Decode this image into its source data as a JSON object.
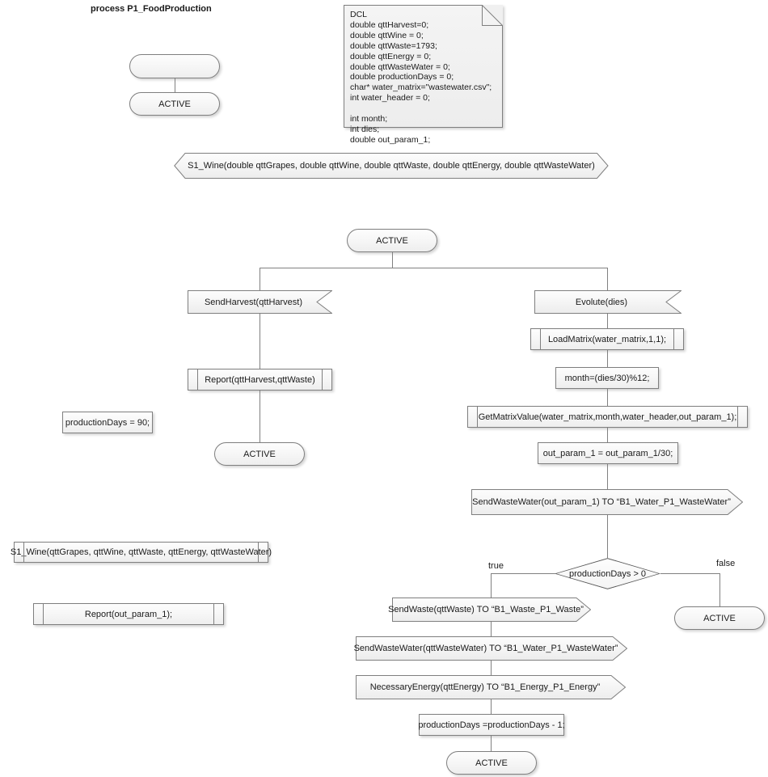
{
  "diagram": {
    "title": "process P1_FoodProduction",
    "type": "sdl-process-diagram"
  },
  "colors": {
    "stroke": "#7f7f7f",
    "line": "#808080",
    "fill_top": "#fdfdfd",
    "fill_bottom": "#eeeeee",
    "note_fill": "#f0f0f0",
    "text": "#1a1a1a"
  },
  "dcl": {
    "label": "DCL",
    "text": "DCL\ndouble qttHarvest=0;\ndouble qttWine = 0;\ndouble qttWaste=1793;\ndouble qttEnergy = 0;\ndouble qttWasteWater = 0;\ndouble productionDays = 0;\nchar* water_matrix=\"wastewater.csv\";\nint water_header = 0;\n\nint month;\nint dies;\ndouble out_param_1;"
  },
  "nodes": {
    "start_symbol": "",
    "state_active_start": "ACTIVE",
    "procedure_signature": "S1_Wine(double qttGrapes, double qttWine, double qttWaste, double qttEnergy, double qttWasteWater)",
    "state_active_main": "ACTIVE",
    "input_send_harvest": "SendHarvest(qttHarvest)",
    "input_evolute": "Evolute(dies)",
    "proc_report_harvest": "Report(qttHarvest,qttWaste)",
    "state_active_left_end": "ACTIVE",
    "task_production_days_init": "productionDays = 90;",
    "proc_load_matrix": "LoadMatrix(water_matrix,1,1);",
    "task_month": "month=(dies/30)%12;",
    "proc_get_matrix_value": "GetMatrixValue(water_matrix,month,water_header,out_param_1);",
    "task_out_param": "out_param_1 = out_param_1/30;",
    "output_send_wastewater_param": "SendWasteWater(out_param_1) TO “B1_Water_P1_WasteWater”",
    "decision_production_days": "productionDays > 0",
    "branch_true_label": "true",
    "branch_false_label": "false",
    "state_active_false": "ACTIVE",
    "output_send_waste": "SendWaste(qttWaste) TO “B1_Waste_P1_Waste”",
    "output_send_wastewater": "SendWasteWater(qttWasteWater) TO “B1_Water_P1_WasteWater”",
    "output_necessary_energy": "NecessaryEnergy(qttEnergy) TO “B1_Energy_P1_Energy”",
    "task_decrement": "productionDays =productionDays - 1;",
    "state_active_loop_end": "ACTIVE",
    "proc_s1_wine_call": "S1_Wine(qttGrapes, qttWine, qttWaste, qttEnergy, qttWasteWater)",
    "proc_report_out_param": "Report(out_param_1);"
  }
}
